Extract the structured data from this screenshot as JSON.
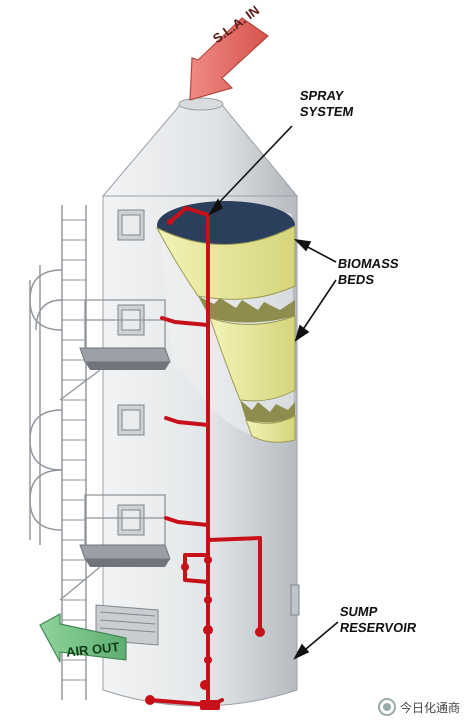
{
  "labels": {
    "inlet": "S.L.A. IN",
    "spray_line1": "SPRAY",
    "spray_line2": "SYSTEM",
    "biomass_line1": "BIOMASS",
    "biomass_line2": "BEDS",
    "sump_line1": "SUMP",
    "sump_line2": "RESERVOIR",
    "outlet": "AIR OUT"
  },
  "watermark": {
    "text": "今日化通商"
  },
  "colors": {
    "tower": "#e6e8ea",
    "tower_shadow": "#b9bec3",
    "biomass": "#ecec9a",
    "pipe": "#c8101a",
    "inlet_arrow": "#e5736e",
    "outlet_arrow": "#79c48a",
    "cap": "#2b3f5c"
  }
}
